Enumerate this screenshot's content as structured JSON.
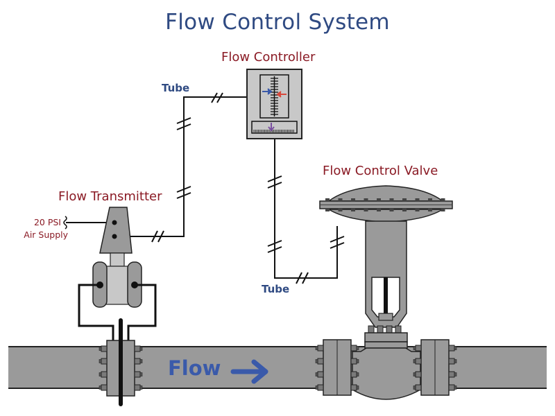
{
  "diagram": {
    "title": "Flow Control System",
    "components": {
      "flow_controller": "Flow Controller",
      "flow_transmitter": "Flow Transmitter",
      "flow_control_valve": "Flow Control Valve"
    },
    "tube_labels": [
      "Tube",
      "Tube"
    ],
    "air_supply": {
      "line1": "20 PSI",
      "line2": "Air Supply"
    },
    "flow_label": "Flow",
    "flow_direction": "right",
    "colors": {
      "title": "#2f4a82",
      "component_label": "#8a1a24",
      "tube_label": "#2f4a82",
      "flow_label": "#3a5aaa",
      "equipment_fill": "#9a9a9a",
      "light_fill": "#c8c8c8",
      "setpoint_arrow": "#3a5aaa",
      "measurement_arrow": "#d9483b",
      "output_arrow": "#7a4fa0"
    }
  }
}
